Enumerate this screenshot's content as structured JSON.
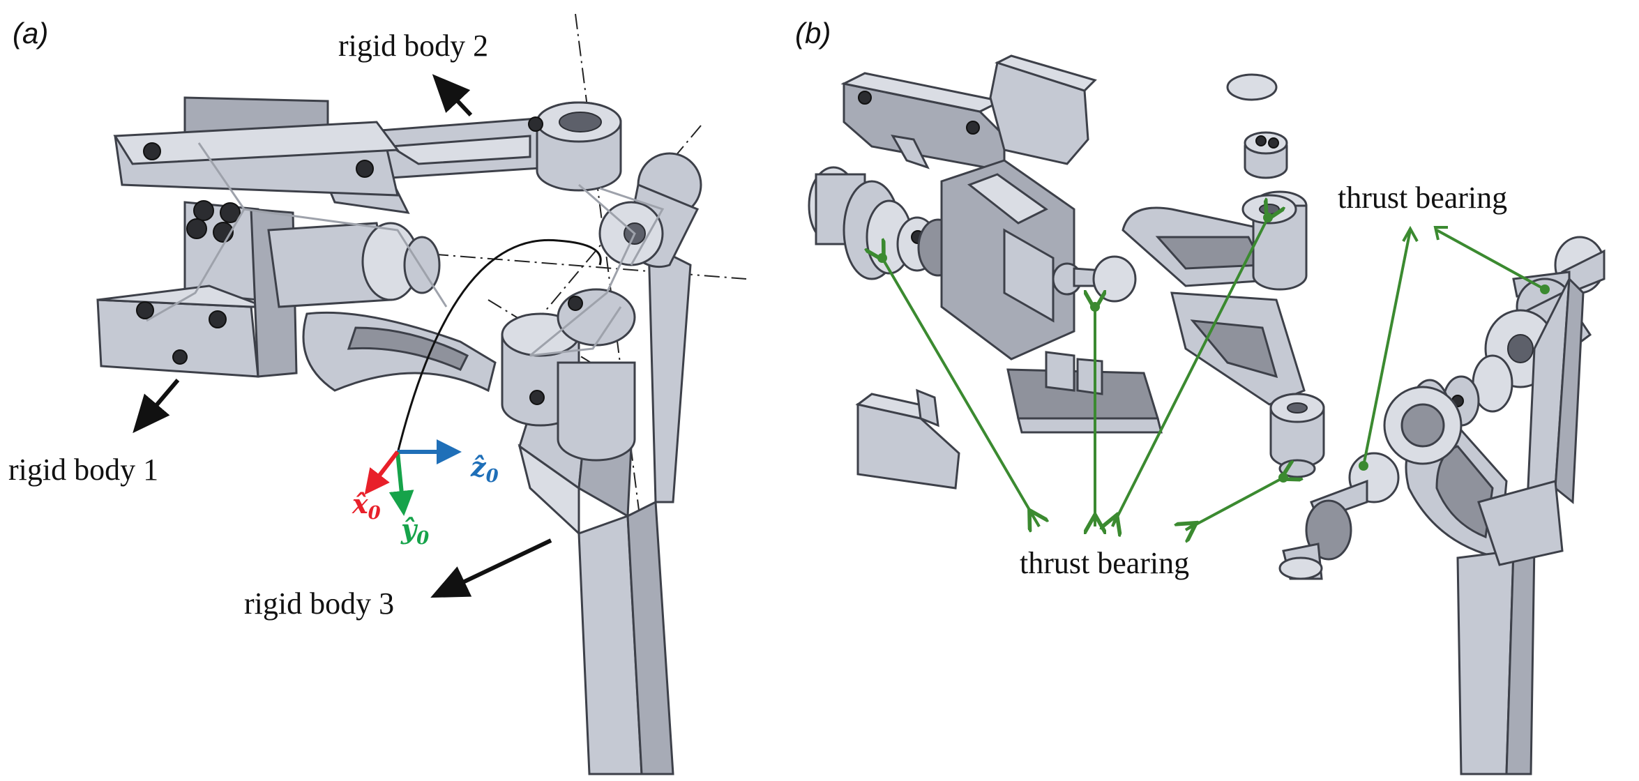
{
  "panel_a": {
    "label": "(a)",
    "callouts": {
      "rigid_body_1": "rigid body 1",
      "rigid_body_2": "rigid body 2",
      "rigid_body_3": "rigid body 3"
    },
    "frame_axes": {
      "x": {
        "symbol": "x̂",
        "sub": "0",
        "color": "#e8202a"
      },
      "y": {
        "symbol": "ŷ",
        "sub": "0",
        "color": "#16a34a"
      },
      "z": {
        "symbol": "ẑ",
        "sub": "0",
        "color": "#1f6fb8"
      }
    }
  },
  "panel_b": {
    "label": "(b)",
    "callouts": {
      "thrust_bearing_left": "thrust bearing",
      "thrust_bearing_right": "thrust bearing"
    },
    "arrow_color": "#3b8a30"
  },
  "colors": {
    "metal": "#c5c9d3",
    "edge": "#3d4049",
    "arrow_black": "#111111"
  }
}
